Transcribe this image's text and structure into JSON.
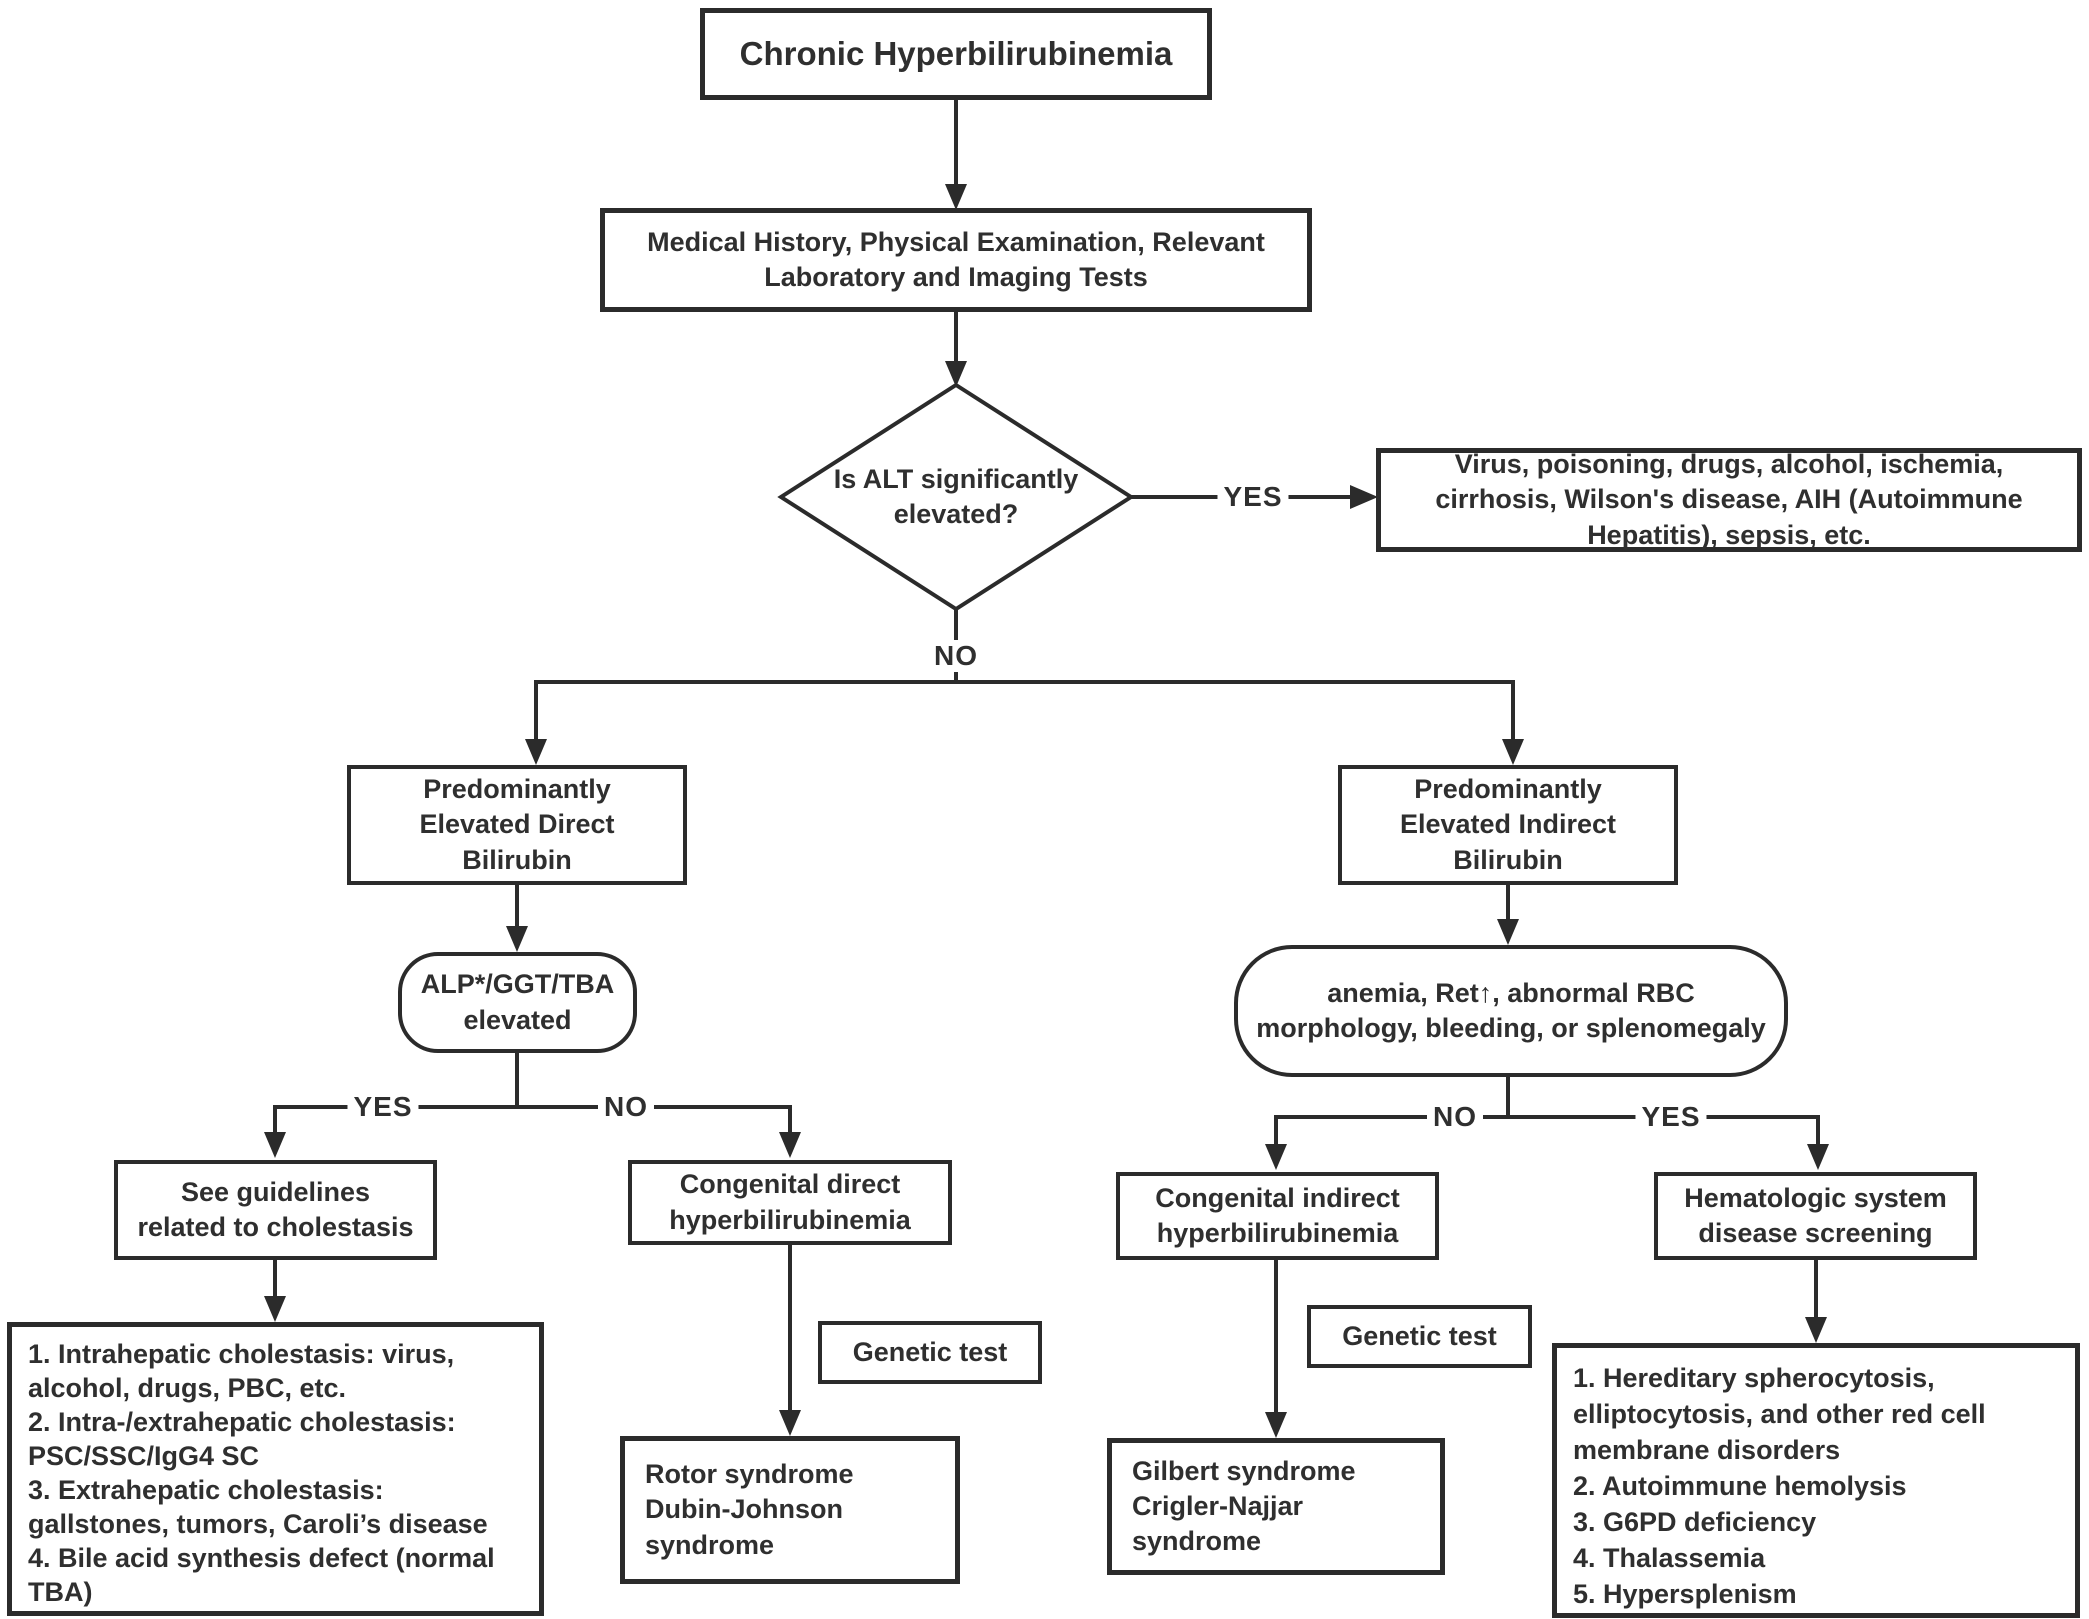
{
  "flowchart": {
    "title": "Chronic Hyperbilirubinemia",
    "labels": {
      "yes": "YES",
      "no": "NO"
    },
    "nodes": {
      "assessment": "Medical History, Physical Examination, Relevant\nLaboratory and Imaging Tests",
      "alt_question": "Is ALT significantly\nelevated?",
      "hepatocellular_causes": "Virus, poisoning, drugs, alcohol, ischemia,\ncirrhosis, Wilson's disease, AIH (Autoimmune\nHepatitis), sepsis, etc.",
      "direct_bilirubin": "Predominantly\nElevated Direct\nBilirubin",
      "indirect_bilirubin": "Predominantly\nElevated Indirect\nBilirubin",
      "alp_ggt_tba": "ALP*/GGT/TBA\nelevated",
      "hemolysis_signs": "anemia, Ret↑, abnormal RBC\nmorphology, bleeding, or splenomegaly",
      "see_guidelines": "See guidelines\nrelated to cholestasis",
      "congenital_direct": "Congenital direct\nhyperbilirubinemia",
      "congenital_indirect": "Congenital indirect\nhyperbilirubinemia",
      "hematologic_screening": "Hematologic system\ndisease screening",
      "cholestasis_list": "1. Intrahepatic cholestasis: virus,\nalcohol, drugs, PBC, etc.\n2. Intra-/extrahepatic cholestasis:\nPSC/SSC/IgG4 SC\n3. Extrahepatic cholestasis:\ngallstones, tumors, Caroli’s disease\n4. Bile acid synthesis defect (normal\nTBA)",
      "genetic_test_left": "Genetic test",
      "genetic_test_right": "Genetic test",
      "rotor_dubin_johnson": "Rotor syndrome\nDubin-Johnson\nsyndrome",
      "gilbert_crigler_najjar": "Gilbert syndrome\nCrigler-Najjar\nsyndrome",
      "hematologic_list": "1. Hereditary spherocytosis,\nelliptocytosis, and other red cell\nmembrane disorders\n2. Autoimmune hemolysis\n3. G6PD deficiency\n4. Thalassemia\n5. Hypersplenism"
    },
    "colors": {
      "line": "#2b2b2b",
      "text": "#2f2f2f",
      "background": "#ffffff"
    }
  }
}
